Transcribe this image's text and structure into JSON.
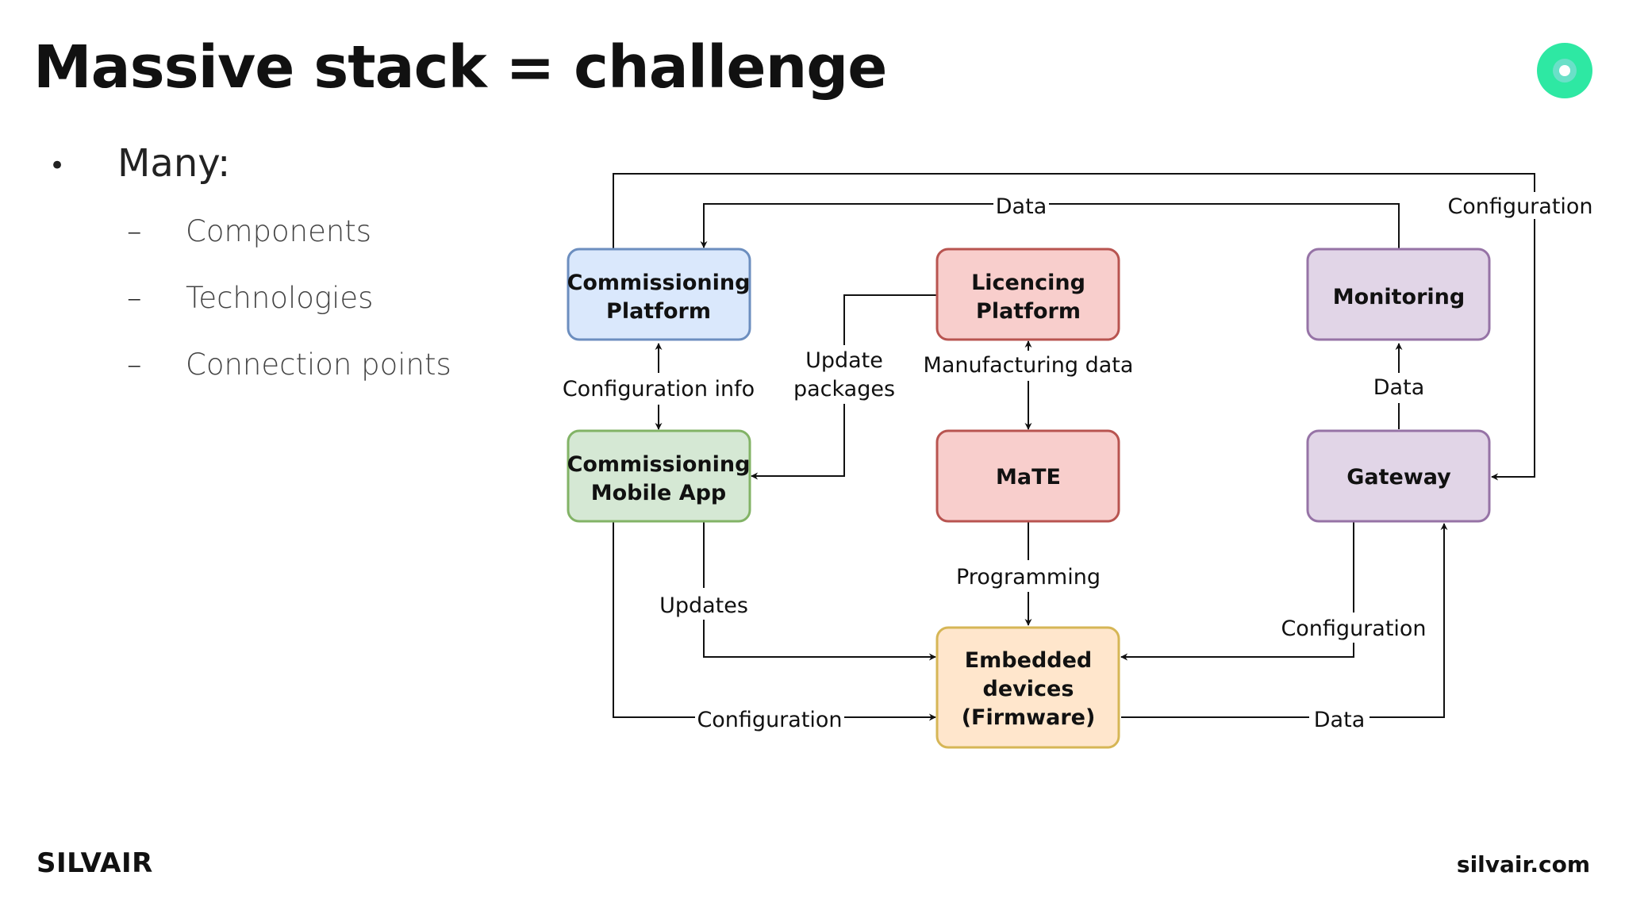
{
  "slide": {
    "title": "Massive stack = challenge",
    "bullet": "Many:",
    "bullet_marker": "•",
    "sub_marker": "–",
    "sub_items": [
      "Components",
      "Technologies",
      "Connection points"
    ],
    "footer_left": "SILVAIR",
    "footer_right": "silvair.com",
    "accent_color": "#2ee8a3"
  },
  "diagram": {
    "nodes": {
      "commissioning_platform": {
        "lines": [
          "Commissioning",
          "Platform"
        ],
        "fill": "#dae8fc",
        "stroke": "#6c8ebf"
      },
      "licencing_platform": {
        "lines": [
          "Licencing",
          "Platform"
        ],
        "fill": "#f8cecc",
        "stroke": "#b85450"
      },
      "monitoring": {
        "lines": [
          "Monitoring"
        ],
        "fill": "#e1d5e7",
        "stroke": "#9673a6"
      },
      "commissioning_mobile_app": {
        "lines": [
          "Commissioning",
          "Mobile App"
        ],
        "fill": "#d5e8d4",
        "stroke": "#82b366"
      },
      "mate": {
        "lines": [
          "MaTE"
        ],
        "fill": "#f8cecc",
        "stroke": "#b85450"
      },
      "gateway": {
        "lines": [
          "Gateway"
        ],
        "fill": "#e1d5e7",
        "stroke": "#9673a6"
      },
      "embedded_devices": {
        "lines": [
          "Embedded",
          "devices",
          "(Firmware)"
        ],
        "fill": "#ffe6cc",
        "stroke": "#d6b656"
      }
    },
    "edges": {
      "monitoring_to_platform": "Data",
      "platform_to_gateway": "Configuration",
      "platform_app": "Configuration info",
      "update_packages": [
        "Update",
        "packages"
      ],
      "manufacturing": "Manufacturing data",
      "gateway_to_monitoring": "Data",
      "updates": "Updates",
      "programming": "Programming",
      "gateway_to_devices": "Configuration",
      "app_to_devices": "Configuration",
      "devices_to_gateway": "Data"
    }
  }
}
